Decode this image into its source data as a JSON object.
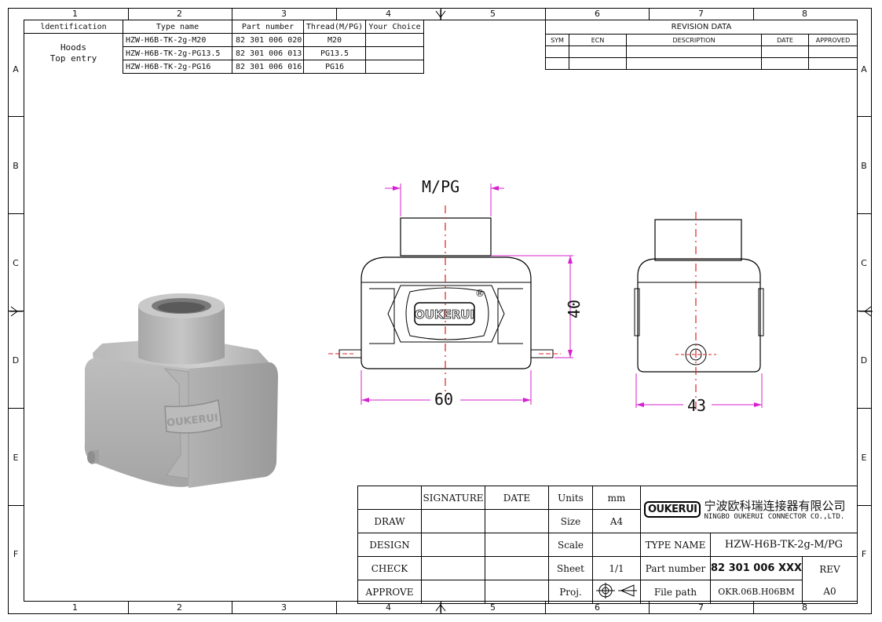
{
  "zones": {
    "columns": [
      "1",
      "2",
      "3",
      "4",
      "5",
      "6",
      "7",
      "8"
    ],
    "rows": [
      "A",
      "B",
      "C",
      "D",
      "E",
      "F"
    ]
  },
  "id_table": {
    "headers": [
      "ldentification",
      "Type name",
      "Part number",
      "Thread(M/PG)",
      "Your Choice"
    ],
    "group_label_1": "Hoods",
    "group_label_2": "Top entry",
    "rows": [
      {
        "type": "HZW-H6B-TK-2g-M20",
        "part": "82 301 006 020",
        "thread": "M20",
        "choice": ""
      },
      {
        "type": "HZW-H6B-TK-2g-PG13.5",
        "part": "82 301 006 013",
        "thread": "PG13.5",
        "choice": ""
      },
      {
        "type": "HZW-H6B-TK-2g-PG16",
        "part": "82 301 006 016",
        "thread": "PG16",
        "choice": ""
      }
    ]
  },
  "revision": {
    "title": "REVISION   DATA",
    "headers": [
      "SYM",
      "ECN",
      "DESCRIPTION",
      "DATE",
      "APPROVED"
    ]
  },
  "drawing": {
    "dim_thread": "M/PG",
    "dim_height": "40",
    "dim_width": "60",
    "dim_depth": "43",
    "logo_text": "OUKERUI",
    "registered": "®"
  },
  "title_block": {
    "signature": "SIGNATURE",
    "date": "DATE",
    "roles": [
      "DRAW",
      "DESIGN",
      "CHECK",
      "APPROVE"
    ],
    "units_label": "Units",
    "units_value": "mm",
    "size_label": "Size",
    "size_value": "A4",
    "scale_label": "Scale",
    "scale_value": "",
    "sheet_label": "Sheet",
    "sheet_value": "1/1",
    "proj_label": "Proj.",
    "company_cn": "宁波欧科瑞连接器有限公司",
    "company_en": "NINGBO OUKERUI CONNECTOR CO.,LTD.",
    "logo": "OUKERUI",
    "type_name_label": "TYPE NAME",
    "type_name_value": "HZW-H6B-TK-2g-M/PG",
    "part_number_label": "Part number",
    "part_number_value": "82 301 006 XXX",
    "rev_label": "REV",
    "file_path_label": "File path",
    "file_path_value": "OKR.06B.H06BM",
    "rev_value": "A0"
  },
  "colors": {
    "dimension": "#d81fd0",
    "centerline": "#e02020",
    "body": "#b8b8b8"
  }
}
